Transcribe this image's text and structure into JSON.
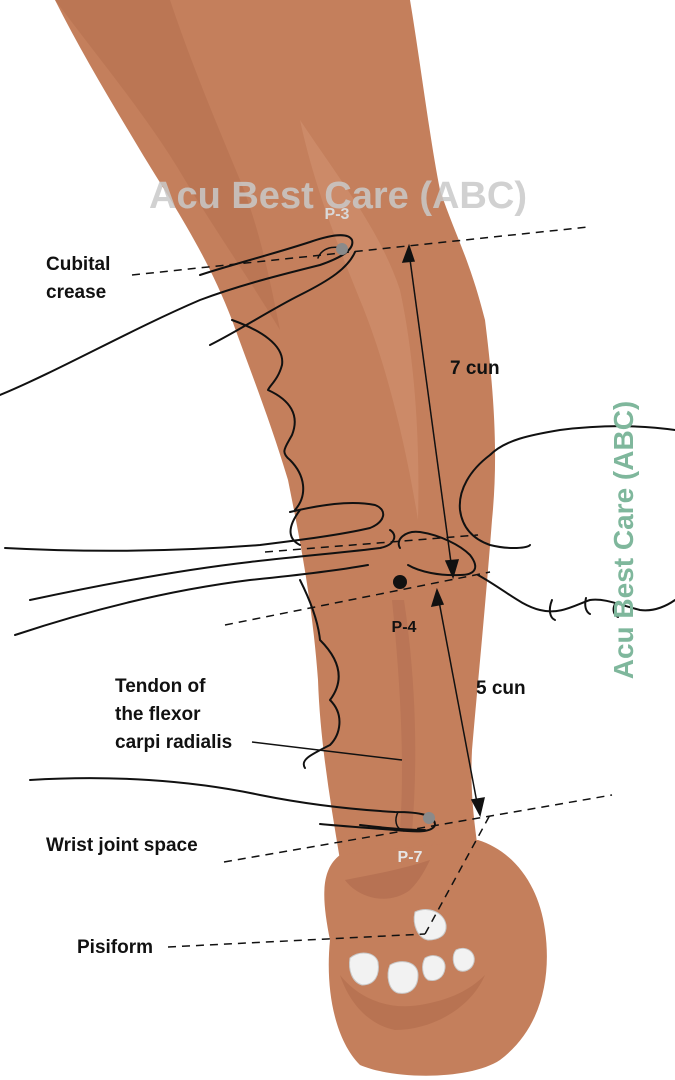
{
  "watermark": {
    "text_top": "Acu Best Care (ABC)",
    "text_side": "Acu Best Care (ABC)",
    "top_color": "#c9c9c9",
    "side_color": "#7fb79c"
  },
  "labels": {
    "cubital_line1": "Cubital",
    "cubital_line2": "crease",
    "tendon_line1": "Tendon of",
    "tendon_line2": "the flexor",
    "tendon_line3": "carpi radialis",
    "wrist": "Wrist joint space",
    "pisiform": "Pisiform"
  },
  "points": {
    "p3": "P-3",
    "p4": "P-4",
    "p7": "P-7"
  },
  "measures": {
    "upper": "7 cun",
    "lower": "5 cun"
  },
  "colors": {
    "skin": "#c47f5c",
    "skin_shadow": "#a9654a",
    "skin_light": "#d89a78",
    "outline": "#111111",
    "nail": "#f2f2f2",
    "point_gray": "#8a8a8a",
    "point_black": "#111111"
  }
}
